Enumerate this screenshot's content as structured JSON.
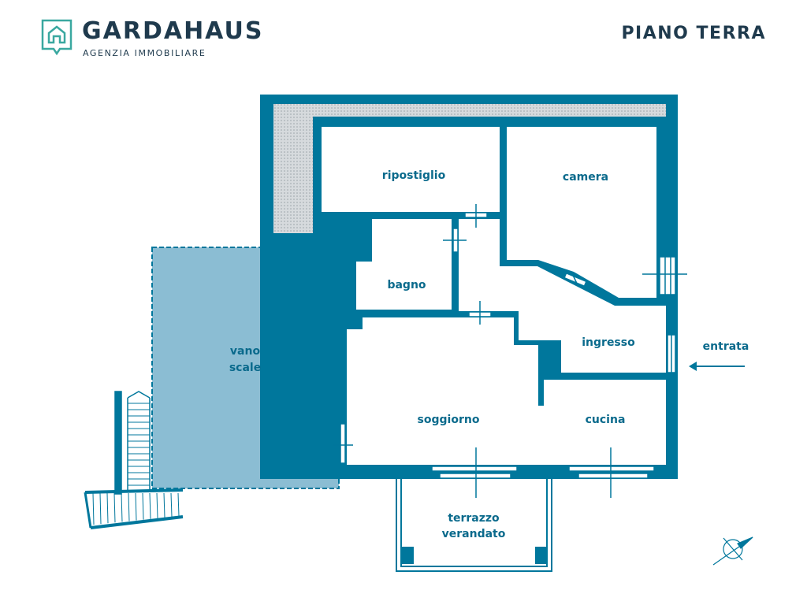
{
  "brand": {
    "name": "GARDAHAUS",
    "subtitle": "AGENZIA IMMOBILIARE"
  },
  "floor_title": "PIANO TERRA",
  "colors": {
    "wall": "#00779c",
    "stair_area": "#8bbdd3",
    "text": "#1f3a4d",
    "hatch": "#c9cfd3"
  },
  "rooms": {
    "ripostiglio": "ripostiglio",
    "camera": "camera",
    "bagno": "bagno",
    "ingresso": "ingresso",
    "vano_scale_1": "vano",
    "vano_scale_2": "scale",
    "soggiorno": "soggiorno",
    "cucina": "cucina",
    "terrazzo_1": "terrazzo",
    "terrazzo_2": "verandato"
  },
  "entrance_label": "entrata"
}
